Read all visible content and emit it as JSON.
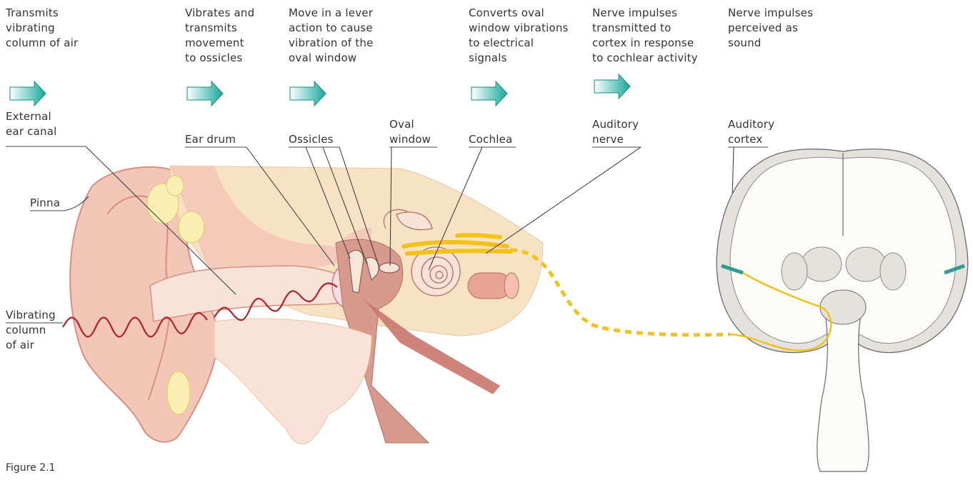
{
  "stages": [
    {
      "desc": "Transmits\nvibrating\ncolumn of air",
      "structure": "External\near canal"
    },
    {
      "desc": "Vibrates and\ntransmits\nmovement\nto ossicles",
      "structure": "Ear drum"
    },
    {
      "desc": "Move in a lever\naction to cause\nvibration of the\noval window",
      "structure": "Ossicles"
    },
    {
      "desc": "",
      "structure": "Oval\nwindow"
    },
    {
      "desc": "Converts oval\nwindow vibrations\nto electrical\nsignals",
      "structure": "Cochlea"
    },
    {
      "desc": "Nerve impulses\ntransmitted to\ncortex in response\nto cochlear activity",
      "structure": "Auditory\nnerve"
    },
    {
      "desc": "Nerve impulses\nperceived as\nsound",
      "structure": "Auditory\ncortex"
    }
  ],
  "side_labels": {
    "pinna": "Pinna",
    "vibrating_air": "Vibrating\ncolumn\nof air"
  },
  "figure_caption": "Figure 2.1",
  "colors": {
    "arrow": "#15a89a",
    "skin": "#f3c7b8",
    "canal": "#f9e3d8",
    "bone": "#f7e3c4",
    "wave": "#b3202a",
    "nerve": "#f2c316",
    "brain_outer": "#e5e2dd",
    "brain_inner": "#fbfbfa",
    "cortex_accent": "#2e9c8f"
  }
}
